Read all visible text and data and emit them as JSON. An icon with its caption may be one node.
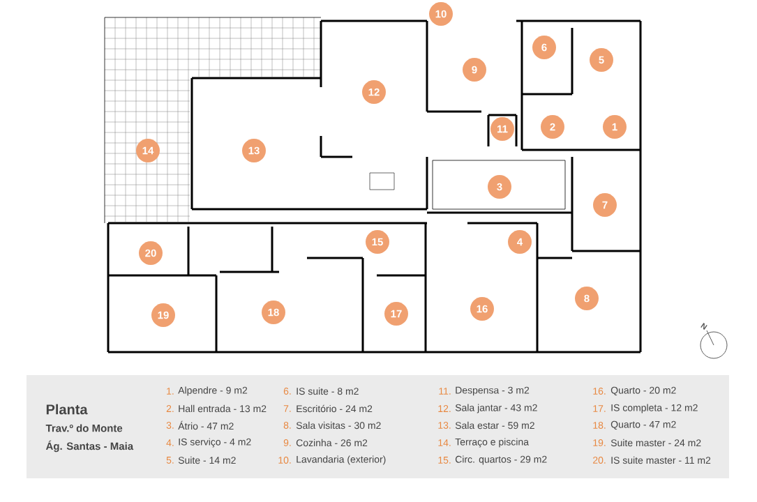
{
  "diagram": {
    "title": "Planta",
    "nodes": [
      {
        "text": [
          "1"
        ]
      },
      {
        "text": [
          "2"
        ]
      },
      {
        "text": [
          "3"
        ]
      },
      {
        "text": [
          "4"
        ]
      },
      {
        "text": [
          "5"
        ]
      },
      {
        "text": [
          "6"
        ]
      },
      {
        "text": [
          "7"
        ]
      },
      {
        "text": [
          "8"
        ]
      },
      {
        "text": [
          "9"
        ]
      },
      {
        "text": [
          "10"
        ]
      },
      {
        "text": [
          "11"
        ]
      },
      {
        "text": [
          "12"
        ]
      },
      {
        "text": [
          "13"
        ]
      },
      {
        "text": [
          "14"
        ]
      },
      {
        "text": [
          "15"
        ]
      },
      {
        "text": [
          "16"
        ]
      },
      {
        "text": [
          "17"
        ]
      },
      {
        "text": [
          "18"
        ]
      },
      {
        "text": [
          "19"
        ]
      },
      {
        "text": [
          "20"
        ]
      }
    ],
    "labels": [
      "Trav.º do Monte",
      "Ág. Santas - Maia",
      "N",
      "1.",
      "Alpendre - 9 m2",
      "6.",
      "IS suite - 8 m2",
      "11.",
      "Despensa - 3 m2",
      "16.",
      "Quarto - 20 m2",
      "2.",
      "Hall entrada - 13 m2",
      "7.",
      "Escritório - 24 m2",
      "12.",
      "Sala jantar - 43 m2",
      "17.",
      "IS completa - 12 m2",
      "3.",
      "Átrio - 47 m2",
      "8.",
      "Sala visitas - 30 m2",
      "13.",
      "Sala estar - 59 m2",
      "18.",
      "Quarto - 47 m2",
      "4.",
      "IS serviço - 4 m2",
      "9.",
      "Cozinha - 26 m2",
      "14.",
      "Terraço e piscina",
      "19.",
      "Suite master - 24 m2",
      "5.",
      "Suite - 14 m2",
      "10.",
      "Lavandaria (exterior)",
      "15.",
      "Circ. quartos - 29 m2",
      "20.",
      "IS suite master - 11 m2"
    ]
  }
}
